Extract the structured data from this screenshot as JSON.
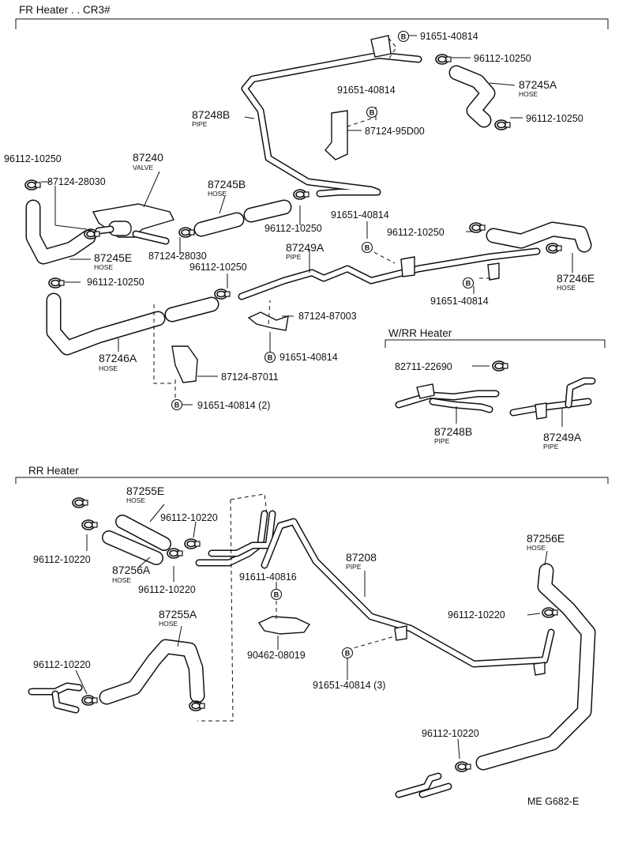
{
  "sections": {
    "fr_heater": "FR Heater . . CR3#",
    "w_rr_heater": "W/RR Heater",
    "rr_heater": "RR Heater"
  },
  "callouts": {
    "fr_bolt_top": "91651-40814",
    "fr_clamp_top_right": "96112-10250",
    "fr_hose_87245a": "87245A",
    "fr_hose_87245a_sub": "HOSE",
    "fr_clamp_right_2": "96112-10250",
    "fr_bolt_mid": "91651-40814",
    "fr_pipe_87248b": "87248B",
    "fr_pipe_87248b_sub": "PIPE",
    "fr_bracket_95d00": "87124-95D00",
    "fr_clamp_left_top": "96112-10250",
    "fr_valve_87240": "87240",
    "fr_valve_87240_sub": "VALVE",
    "fr_bracket_28030_a": "87124-28030",
    "fr_hose_87245b": "87245B",
    "fr_hose_87245b_sub": "HOSE",
    "fr_bolt_right_top": "91651-40814",
    "fr_clamp_right_3": "96112-10250",
    "fr_hose_87245e": "87245E",
    "fr_hose_87245e_sub": "HOSE",
    "fr_bracket_28030_b": "87124-28030",
    "fr_clamp_mid_1": "96112-10250",
    "fr_pipe_87249a": "87249A",
    "fr_pipe_87249a_sub": "PIPE",
    "fr_clamp_mid_2": "96112-10250",
    "fr_clamp_left_mid": "96112-10250",
    "fr_hose_87246e": "87246E",
    "fr_hose_87246e_sub": "HOSE",
    "fr_bolt_right_bottom": "91651-40814",
    "fr_bracket_87003": "87124-87003",
    "fr_bolt_center": "91651-40814",
    "fr_hose_87246a": "87246A",
    "fr_hose_87246a_sub": "HOSE",
    "fr_bracket_87011": "87124-87011",
    "fr_bolt_bottom": "91651-40814 (2)",
    "w_clamp_22690": "82711-22690",
    "w_pipe_87248b": "87248B",
    "w_pipe_87248b_sub": "PIPE",
    "w_pipe_87249a": "87249A",
    "w_pipe_87249a_sub": "PIPE",
    "rr_hose_87255e": "87255E",
    "rr_hose_87255e_sub": "HOSE",
    "rr_clamp_1": "96112-10220",
    "rr_clamp_2": "96112-10220",
    "rr_hose_87256a": "87256A",
    "rr_hose_87256a_sub": "HOSE",
    "rr_clamp_3": "96112-10220",
    "rr_pipe_87208": "87208",
    "rr_pipe_87208_sub": "PIPE",
    "rr_bolt_40816": "91611-40816",
    "rr_hose_87256e": "87256E",
    "rr_hose_87256e_sub": "HOSE",
    "rr_hose_87255a": "87255A",
    "rr_hose_87255a_sub": "HOSE",
    "rr_clamp_4": "96112-10220",
    "rr_clamp_5": "96112-10220",
    "rr_nut_08019": "90462-08019",
    "rr_bolt_3": "91651-40814 (3)",
    "rr_clamp_6": "96112-10220"
  },
  "bolt_symbol": "B",
  "figure_code": "ME G682-E"
}
